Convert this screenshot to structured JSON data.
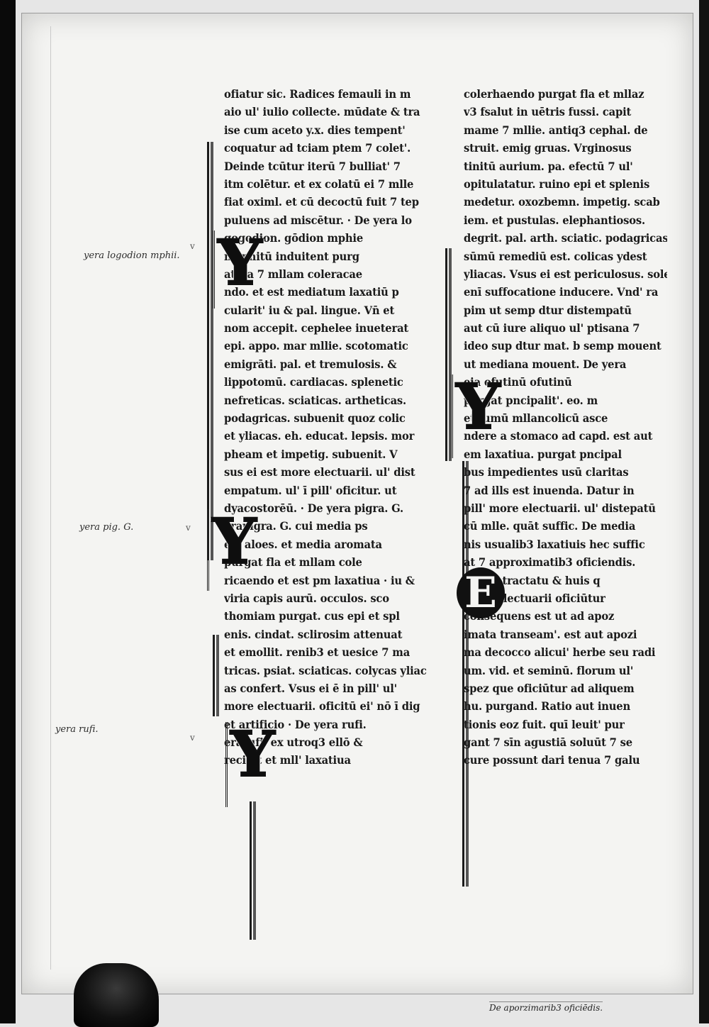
{
  "manuscript": {
    "column_left": [
      "ofiatur sic. Radices femauli in m",
      "aio ul' iulio collecte. mūdate & tra",
      "ise cum aceto y.x. dies tempent'",
      "coquatur ad tciam ptem 7 colet'.",
      "Deinde tcūtur iterū 7 bulliat' 7",
      "itm colētur. et ex colatū ei 7 mlle",
      "fiat oximl. et cū decoctū fuit 7 tep",
      "puluens ad miscētur. · De yera lo",
      "gogodion. gōdion mphie",
      "mephitū induitent purg",
      "at fla 7 mllam coleracae",
      "ndo. et est mediatum laxatiū p",
      "cularit' iu & pal. lingue. Vn̄ et",
      "nom accepit. cephelee inueterat",
      "epi. appo. mar mllie. scotomatic",
      "emigrāti. pal. et tremulosis. &",
      "lippotomū. cardiacas. splenetic",
      "nefreticas. sciaticas. artheticas.",
      "podagricas. subuenit quoz colic",
      "et yliacas. eh. educat. lepsis. mor",
      "pheam et impetig. subuenit. V",
      "sus ei est more electuarii. ul' dist",
      "empatum. ul' ī pill' oficitur. ut",
      "dyacostorēū. · De yera pigra. G.",
      "erapigra. G. cui media ps",
      "est aloes. et media aromata",
      "purgat fla et mllam cole",
      "ricaendo et est pm laxatiua · iu &",
      "viria capis aurū. occulos. sco",
      "thomiam purgat. cus epi et spl",
      "enis. cindat. sclirosim attenuat",
      "et emollit. renib3 et uesice 7 ma",
      "tricas. psiat. sciaticas. colycas yliac",
      "as confert. Vsus ei ē in pill' ul'",
      "more electuarii. oficitū ei' nō ī dig",
      "et artificio · De yera rufi.",
      "erarufi. ex utroq3 ellō &",
      "recipit et mll' laxatiua"
    ],
    "column_right": [
      "colerhaendo purgat fla et mllaz",
      "v3 fsalut in uētris fussi. capit",
      "mame 7 mllie. antiq3 cephal. de",
      "struit. emig gruas. Vrginosus",
      "tinitū aurium. pa. efectū 7 ul'",
      "opitulatatur. ruino epi et splenis",
      "medetur. oxozbemn. impetig. scab",
      "iem. et pustulas. elephantiosos.",
      "degrit. pal. arth. sciatic. podagricas",
      "sūmū remediū est. colicas ydest",
      "yliacas. Vsus ei est periculosus. soler",
      "enī suffocatione inducere. Vnd' ra",
      "pim ut semp dtur distempatū",
      "aut cū iure aliquo ul' ptisana 7",
      "ideo sup dtur mat. b semp mouent",
      "ut mediana mouent. De yera",
      "eia ofutinū ofutinū",
      "purgat pncipalit'. eo. m",
      "et fumū mllancolicū asce",
      "ndere a stomaco ad capd. est aut",
      "em laxatiua. purgat pncipal",
      "bus impedientes usū claritas",
      "7 ad ills est inuenda. Datur in",
      "pill' more electuarii. ul' distepatū",
      "cū mlle. quāt suffic. De media",
      "nis usualib3 laxatiuis hec suffic",
      "at 7 approximatib3 oficiendis.",
      "xpleto tractatu & huis q",
      "more electuarii oficiūtur",
      "consequens est ut ad apoz",
      "imata transeam'. est aut apozi",
      "ma decocco alicui' herbe seu radi",
      "um. vid. et seminū. florum ul'",
      "spez que oficiūtur ad aliquem",
      "hu. purgand. Ratio aut inuen",
      "tionis eoz fuit. quī leuit' pur",
      "gant 7 sīn agustiā soluūt 7 se",
      "cure possunt dari tenua 7 galu"
    ],
    "margin_notes": [
      "yera logodion mphii.",
      "yera pig. G.",
      "yera rufi."
    ],
    "margin_tick": "v",
    "initials": [
      "Y",
      "Y",
      "Y",
      "Y",
      "E"
    ],
    "catchword": "De aporzimarib3 oficiēdis."
  }
}
